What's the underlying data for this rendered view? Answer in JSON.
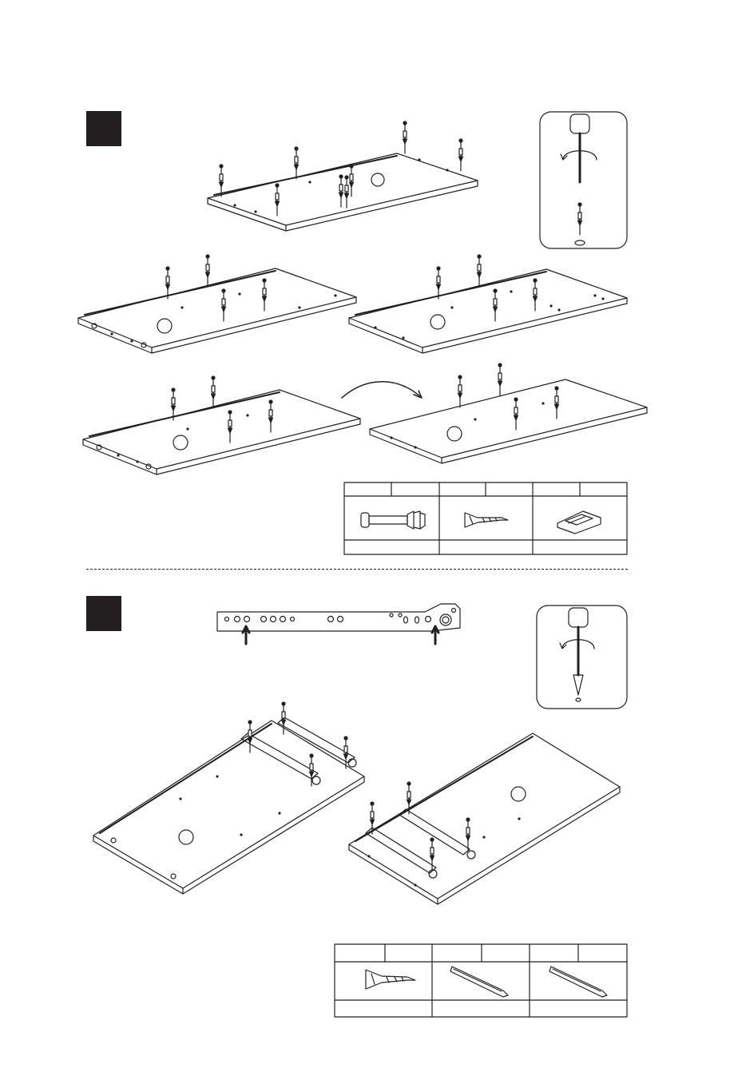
{
  "colors": {
    "ink": "#231f20",
    "paper": "#ffffff"
  },
  "steps": [
    {
      "id": 1,
      "name": "step-badge-1"
    },
    {
      "id": 2,
      "name": "step-badge-2"
    }
  ],
  "icons": [
    "screwdriver-icon",
    "cam-bolt-icon",
    "wood-screw-icon",
    "hinge-plate-icon",
    "drawer-slide-icon",
    "rotate-arrow-icon",
    "flip-arrow-icon"
  ],
  "parts_tables": [
    {
      "parts": [
        "cam-bolt-icon",
        "wood-screw-icon",
        "hinge-plate-icon"
      ]
    },
    {
      "parts": [
        "wood-screw-icon",
        "drawer-slide-icon",
        "drawer-slide-icon"
      ]
    }
  ]
}
